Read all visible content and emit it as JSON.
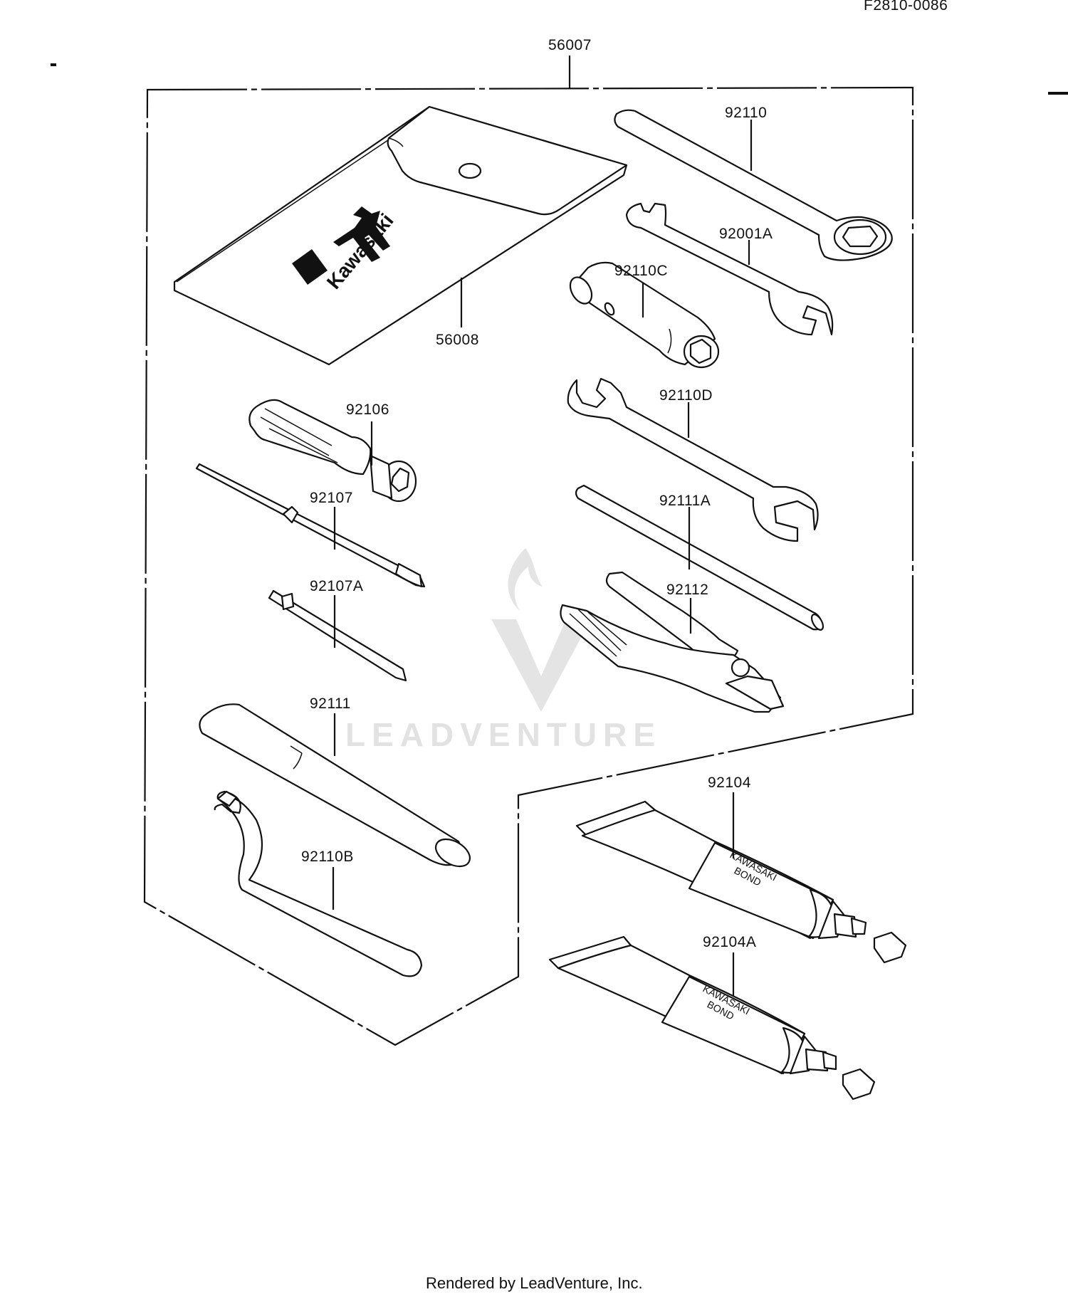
{
  "diagram_code": "F2810-0086",
  "footer": "Rendered by LeadVenture, Inc.",
  "watermark": "LEADVENTURE",
  "pouch_brand": "Kawasaki",
  "tube_label_line1": "KAWASAKI",
  "tube_label_line2": "BOND",
  "part_labels": {
    "p56007": "56007",
    "p56008": "56008",
    "p92110": "92110",
    "p92001A": "92001A",
    "p92110C": "92110C",
    "p92110D": "92110D",
    "p92106": "92106",
    "p92107": "92107",
    "p92107A": "92107A",
    "p92111A": "92111A",
    "p92112": "92112",
    "p92111": "92111",
    "p92110B": "92110B",
    "p92104": "92104",
    "p92104A": "92104A"
  }
}
